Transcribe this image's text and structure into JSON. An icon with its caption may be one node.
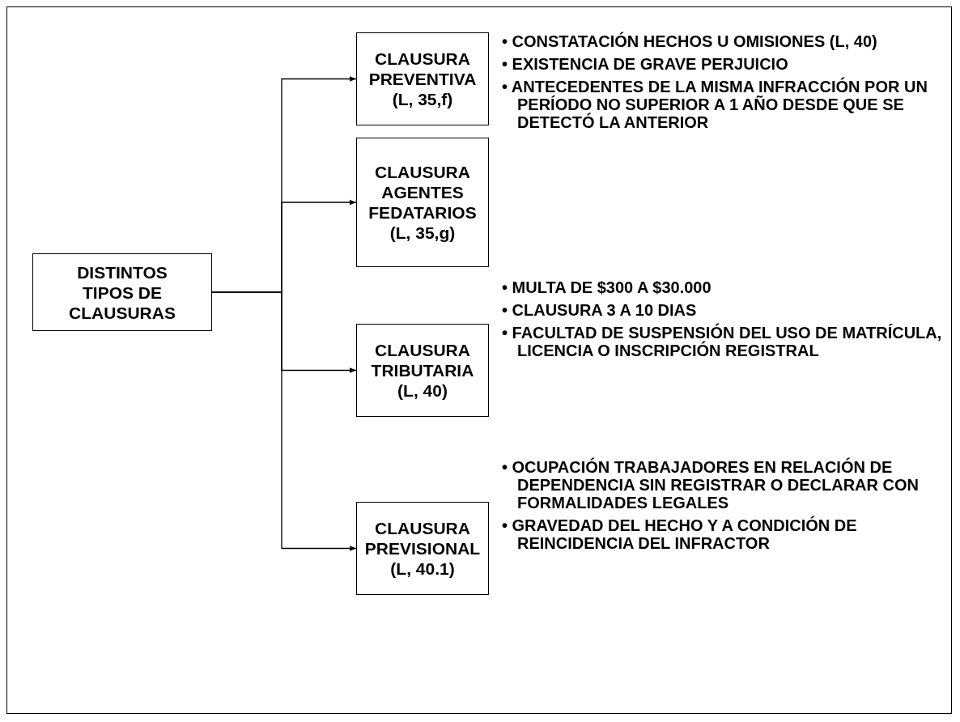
{
  "diagram": {
    "nodes": [
      {
        "text": [
          "DISTINTOS TIPOS DE CLAUSURAS"
        ]
      },
      {
        "text": [
          "CLAUSURA PREVENTIVA (L, 35,f)"
        ]
      },
      {
        "text": [
          "CLAUSURA AGENTES FEDATARIOS (L, 35,g)"
        ]
      },
      {
        "text": [
          "CLAUSURA TRIBUTARIA (L, 40)"
        ]
      },
      {
        "text": [
          "CLAUSURA PREVISIONAL (L, 40.1)"
        ]
      }
    ],
    "edges": [
      {
        "from": 0,
        "to": 1,
        "arrow": "to"
      },
      {
        "from": 0,
        "to": 2,
        "arrow": "to"
      },
      {
        "from": 0,
        "to": 3,
        "arrow": "to"
      },
      {
        "from": 0,
        "to": 4,
        "arrow": "to"
      }
    ],
    "labels": [
      "• CONSTATACIÓN HECHOS U OMISIONES (L, 40)",
      "• EXISTENCIA DE GRAVE PERJUICIO",
      "• ANTECEDENTES DE LA MISMA INFRACCIÓN POR UN PERÍODO NO SUPERIOR A 1 AÑO DESDE QUE SE DETECTÓ LA ANTERIOR",
      "• MULTA DE $300 A $30.000",
      "• CLAUSURA 3 A 10 DIAS",
      "• FACULTAD DE SUSPENSIÓN DEL USO DE MATRÍCULA, LICENCIA O INSCRIPCIÓN REGISTRAL",
      "• OCUPACIÓN TRABAJADORES EN RELACIÓN DE DEPENDENCIA SIN REGISTRAR O DECLARAR CON FORMALIDADES LEGALES",
      "• GRAVEDAD DEL HECHO Y A CONDICIÓN DE REINCIDENCIA DEL INFRACTOR"
    ]
  }
}
